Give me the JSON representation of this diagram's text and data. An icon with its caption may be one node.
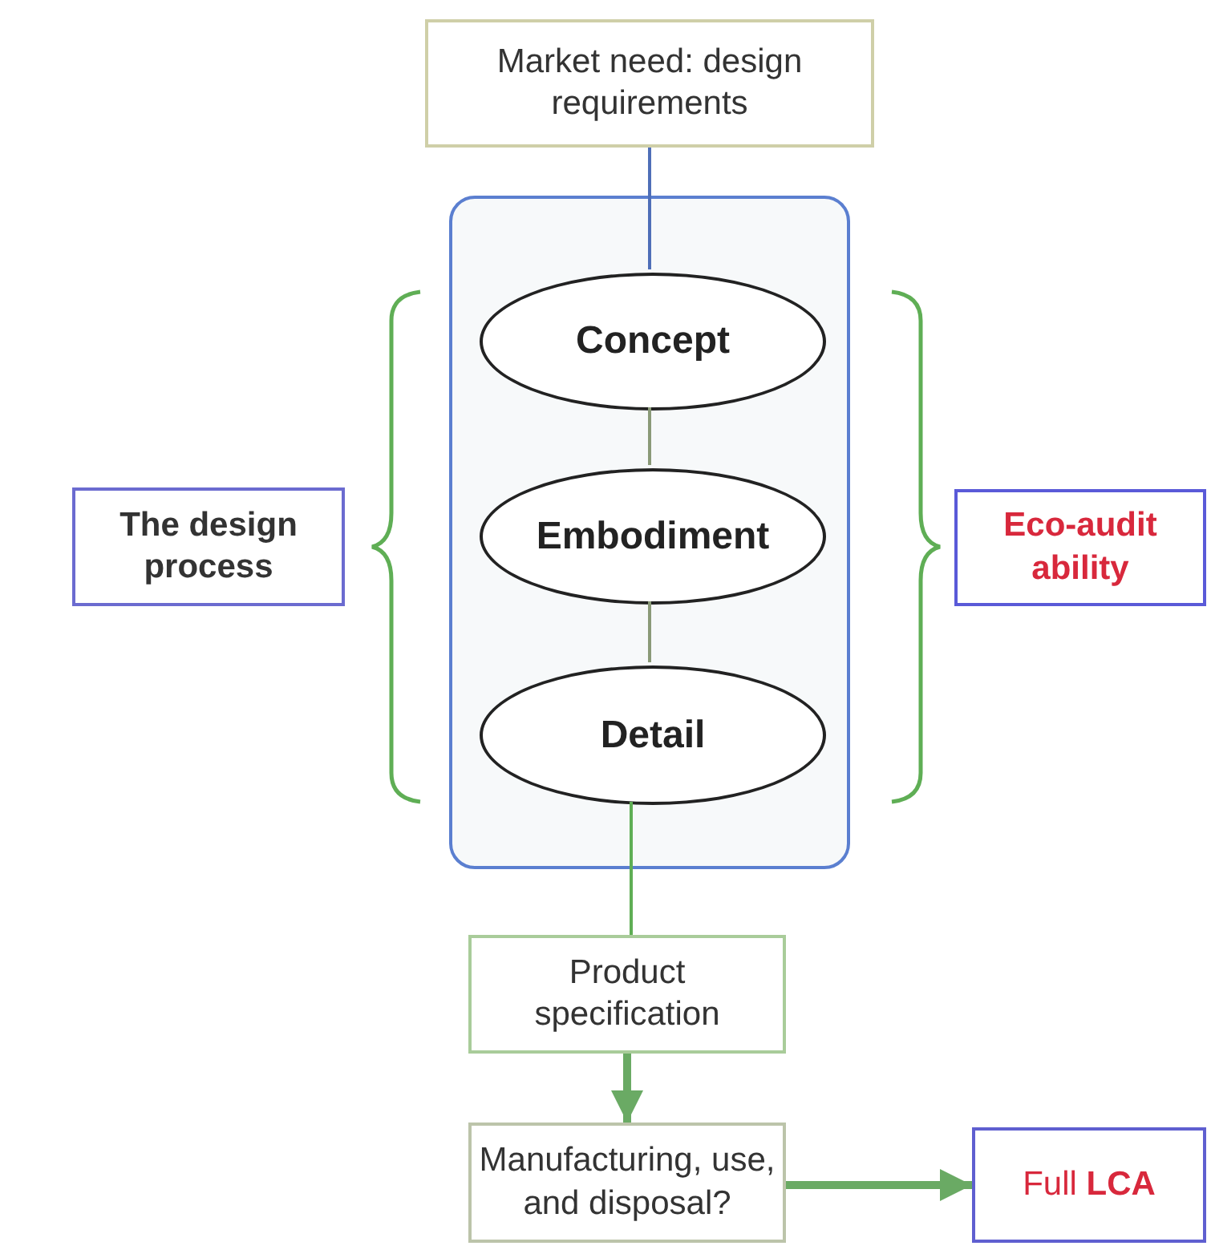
{
  "diagram": {
    "nodes": [
      {
        "text": [
          "Market need: design requirements"
        ]
      },
      {
        "text": [],
        "shape": "box"
      },
      {
        "text": [
          "Concept"
        ],
        "in": 1
      },
      {
        "text": [
          "Embodiment"
        ],
        "in": 1
      },
      {
        "text": [
          "Detail"
        ],
        "in": 1
      },
      {
        "text": [
          "The design process"
        ]
      },
      {
        "text": [
          "Eco-audit ability"
        ]
      },
      {
        "text": [
          "Product specification"
        ]
      },
      {
        "text": [
          "Manufacturing, use, and disposal?"
        ]
      },
      {
        "text": [
          "Full **LCA**"
        ]
      }
    ],
    "edges": [
      {
        "from": 0,
        "to": 2,
        "arrow": "none",
        "color": "#4f6fb8"
      },
      {
        "from": 2,
        "to": 3,
        "arrow": "none"
      },
      {
        "from": 3,
        "to": 4,
        "arrow": "none"
      },
      {
        "from": 4,
        "to": 7,
        "arrow": "none",
        "color": "#5fae55"
      },
      {
        "from": 7,
        "to": 8,
        "arrow": "to",
        "style": "thick",
        "color": "#6aaa64"
      },
      {
        "from": 8,
        "to": 9,
        "arrow": "to",
        "style": "thick",
        "color": "#6aaa64"
      }
    ]
  }
}
